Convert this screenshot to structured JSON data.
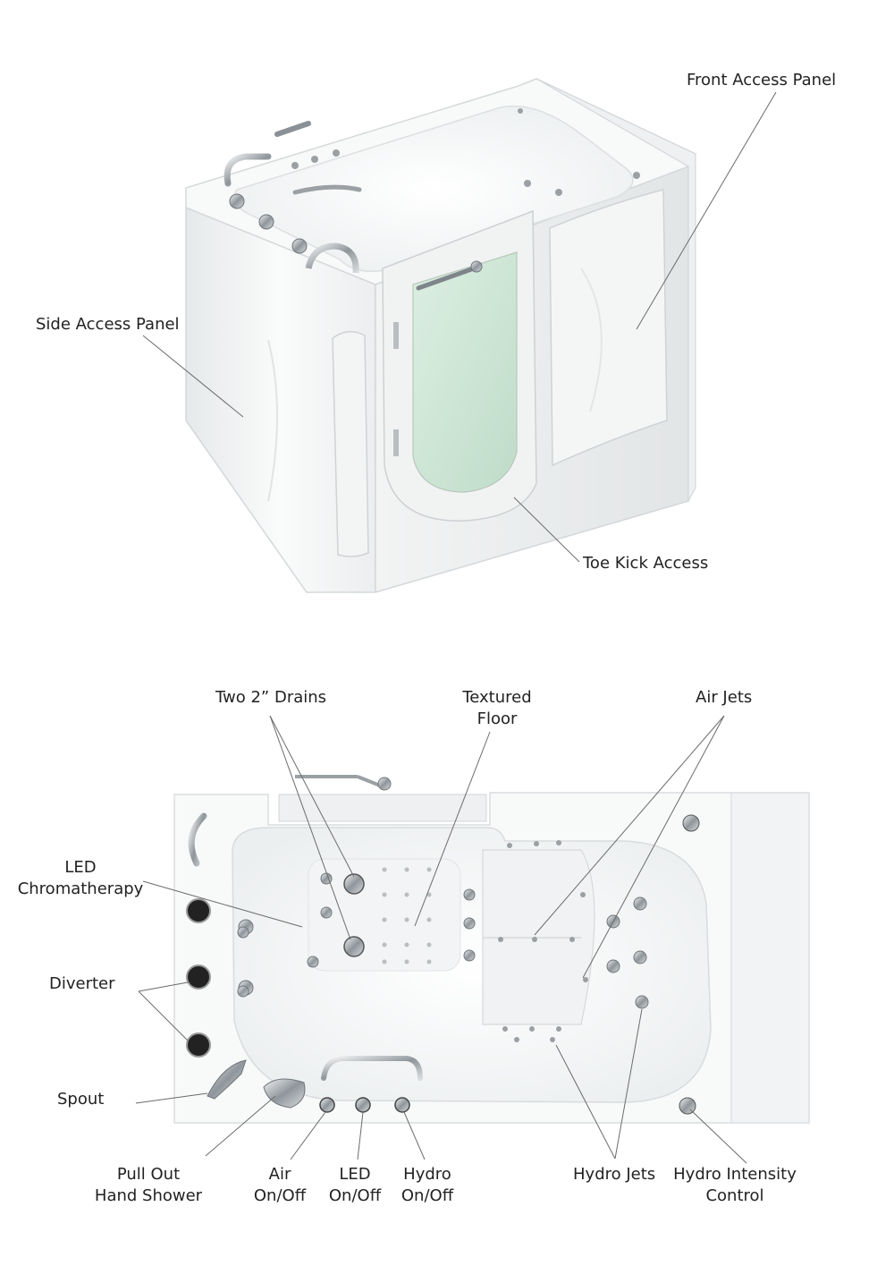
{
  "top_view_labels": {
    "front_access_panel": "Front Access Panel",
    "side_access_panel": "Side Access Panel",
    "toe_kick_access": "Toe Kick Access"
  },
  "plan_view_labels": {
    "drains": "Two 2” Drains",
    "textured_floor": [
      "Textured",
      "Floor"
    ],
    "air_jets": "Air Jets",
    "led_chromatherapy": [
      "LED",
      "Chromatherapy"
    ],
    "diverter": "Diverter",
    "spout": "Spout",
    "pull_out_hand_shower": [
      "Pull Out",
      "Hand Shower"
    ],
    "air_on_off": [
      "Air",
      "On/Off"
    ],
    "led_on_off": [
      "LED",
      "On/Off"
    ],
    "hydro_on_off": [
      "Hydro",
      "On/Off"
    ],
    "hydro_jets": "Hydro Jets",
    "hydro_intensity_control": [
      "Hydro Intensity",
      "Control"
    ]
  },
  "colors": {
    "tub_white": "#f7f8f8",
    "tub_shadow": "#dfe2e3",
    "door_glass": "#cfe6d6",
    "chrome": "#9aa0a4",
    "leader_line": "#6b6b6b"
  }
}
